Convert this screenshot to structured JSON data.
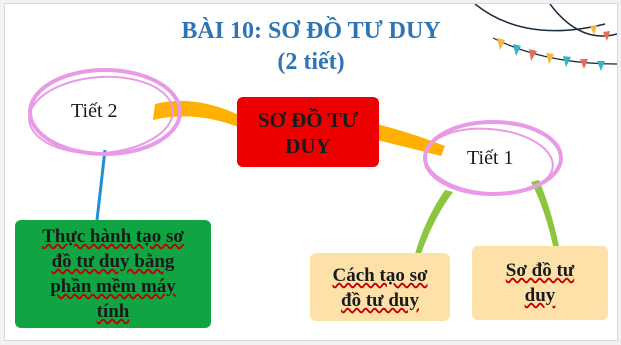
{
  "title": {
    "line1": "BÀI 10: SƠ ĐỒ TƯ DUY",
    "line2": "(2 tiết)"
  },
  "center": {
    "line1": "SƠ ĐỒ TƯ",
    "line2": "DUY"
  },
  "branches": {
    "left_label": "Tiết 2",
    "right_label": "Tiết 1"
  },
  "leaves": {
    "practice": [
      "Thực hành tạo sơ",
      "đồ tư duy bằng",
      "phần mềm máy",
      "tính"
    ],
    "how_to": [
      "Cách tạo sơ",
      "đồ tư duy"
    ],
    "mindmap": [
      "Sơ đồ tư",
      "duy"
    ]
  },
  "colors": {
    "title": "#2e75b6",
    "center_box": "#ee0000",
    "connector": "#ffb000",
    "ellipse": "#e89ae6",
    "green_box": "#10a542",
    "tan_box": "#fde1a8",
    "blue_line": "#1f8fd6",
    "green_line": "#8cc63f"
  }
}
